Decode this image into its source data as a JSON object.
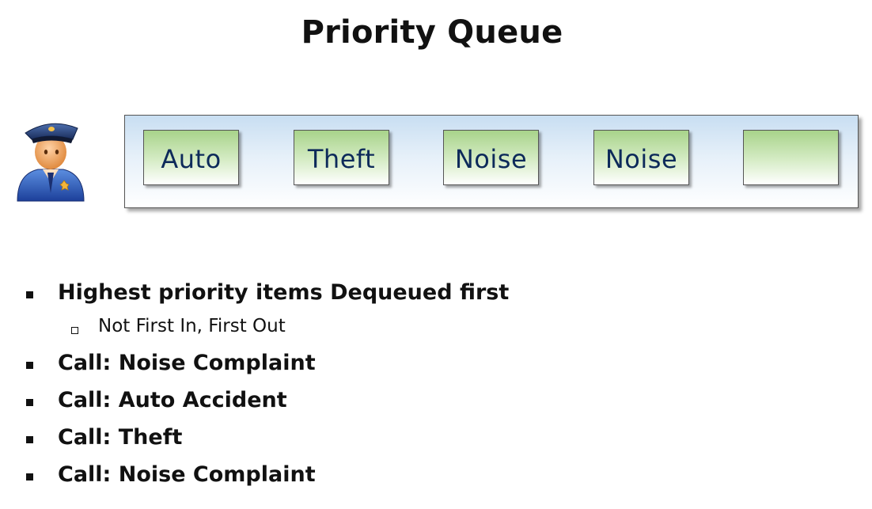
{
  "title": "Priority Queue",
  "queue": {
    "slots": [
      "Auto",
      "Theft",
      "Noise",
      "Noise",
      ""
    ]
  },
  "bullets": [
    {
      "level": 1,
      "text": "Highest priority items Dequeued first"
    },
    {
      "level": 2,
      "text": "Not First In, First Out"
    },
    {
      "level": 1,
      "text": "Call: Noise Complaint"
    },
    {
      "level": 1,
      "text": "Call: Auto Accident"
    },
    {
      "level": 1,
      "text": "Call: Theft"
    },
    {
      "level": 1,
      "text": "Call: Noise Complaint"
    }
  ],
  "colors": {
    "slot_text": "#0d2a5a",
    "slot_fill": "#a8d38a",
    "queue_fill": "#c8def2"
  },
  "icons": {
    "officer": "police-officer-icon"
  }
}
